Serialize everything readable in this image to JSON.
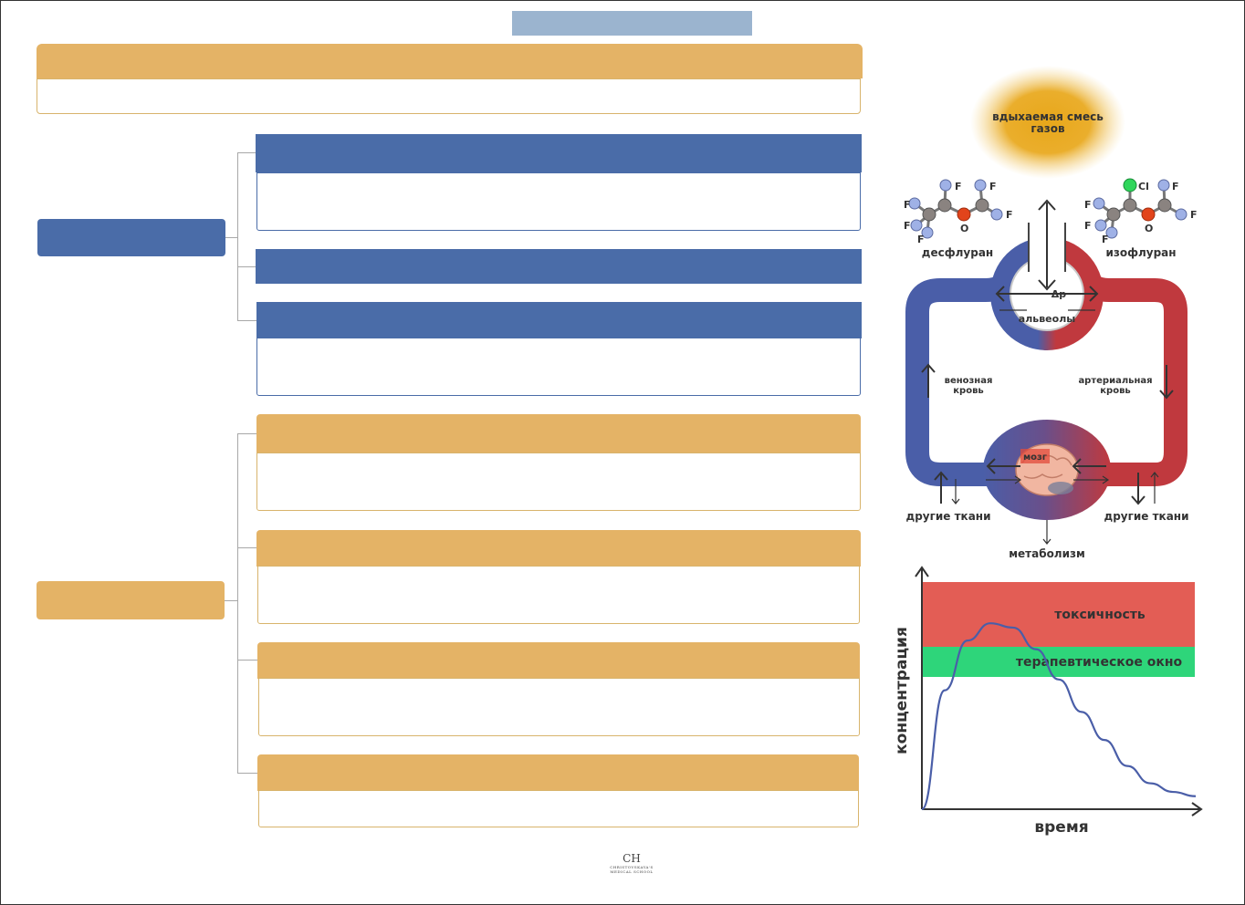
{
  "diagram": {
    "inhaled_mix": "вдыхаемая смесь газов",
    "desflurane": {
      "name": "десфлуран",
      "atoms": [
        "F",
        "F",
        "F",
        "F",
        "F",
        "F",
        "O"
      ]
    },
    "isoflurane": {
      "name": "изофлуран",
      "atoms": [
        "Cl",
        "F",
        "F",
        "F",
        "F",
        "F",
        "O"
      ]
    },
    "delta_p": "Δp",
    "alveoli": "альвеолы",
    "venous": [
      "венозная",
      "кровь"
    ],
    "arterial": [
      "артериальная",
      "кровь"
    ],
    "brain": "мозг",
    "other_tissues_left": "другие ткани",
    "other_tissues_right": "другие ткани",
    "metabolism": "метаболизм",
    "colors": {
      "venous": "#4a5ea8",
      "arterial": "#c0393e",
      "gold": "#e4b366",
      "blue": "#4a6ca8"
    }
  },
  "chart_data": {
    "type": "line",
    "xlabel": "время",
    "ylabel": "концентрация",
    "bands": [
      {
        "label": "токсичность",
        "color": "#e35d55"
      },
      {
        "label": "терапевтическое окно",
        "color": "#2ed57a"
      }
    ],
    "series": [
      {
        "values": [
          0,
          0.55,
          0.78,
          0.86,
          0.84,
          0.74,
          0.6,
          0.45,
          0.32,
          0.2,
          0.12,
          0.08,
          0.06
        ]
      }
    ]
  },
  "logo": {
    "monogram": "CH",
    "subtitle": "CHRISTOVSKAYA'S MEDICAL SCHOOL"
  }
}
